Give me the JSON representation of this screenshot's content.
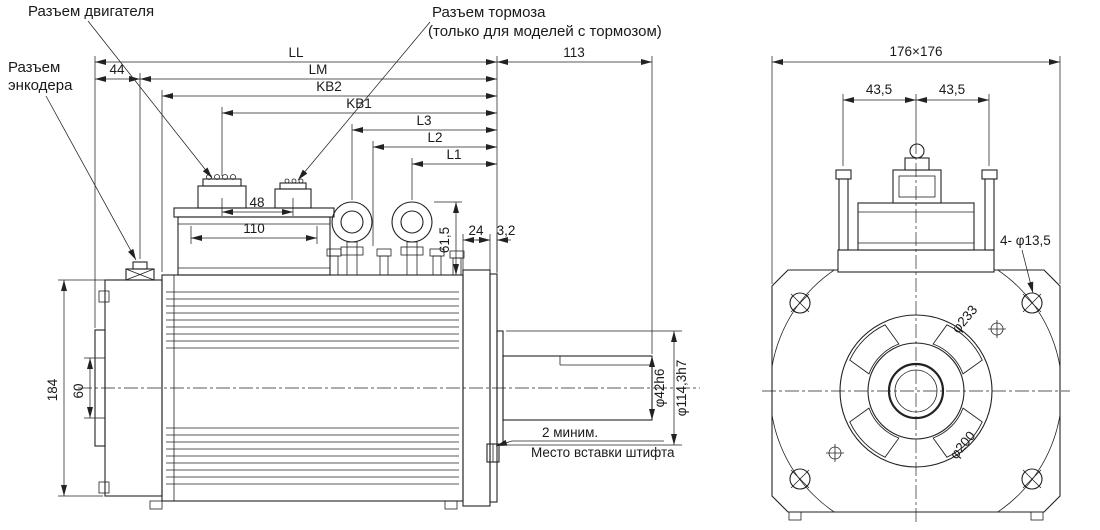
{
  "callouts": {
    "motor_connector": "Разъем двигателя",
    "brake_connector": "Разъем тормоза",
    "brake_connector_note": "(только для моделей с тормозом)",
    "encoder_connector_line1": "Разъем",
    "encoder_connector_line2": "энкодера",
    "pin_min_clearance": "2 миним.",
    "pin_insertion_place": "Место вставки штифта"
  },
  "side_view_dims": {
    "LL": "LL",
    "LM": "LM",
    "KB2": "KB2",
    "KB1": "KB1",
    "L3": "L3",
    "L2": "L2",
    "L1": "L1",
    "shaft_ext": "113",
    "encoder_offset": "44",
    "connector_spacing": "48",
    "box_width": "110",
    "eyebolt_height": "61,5",
    "front_housing": "24",
    "flange_plate": "3,2",
    "total_height": "184",
    "encoder_height": "60",
    "shaft_dia": "φ42h6",
    "spigot_dia": "φ114,3h7"
  },
  "front_view_dims": {
    "flange_square": "176×176",
    "stud_left": "43,5",
    "stud_right": "43,5",
    "mounting_holes": "4- φ13,5",
    "bolt_circle_dia": "φ233",
    "pilot_dia": "φ200"
  },
  "colors": {
    "line": "#222222",
    "background": "#ffffff"
  }
}
